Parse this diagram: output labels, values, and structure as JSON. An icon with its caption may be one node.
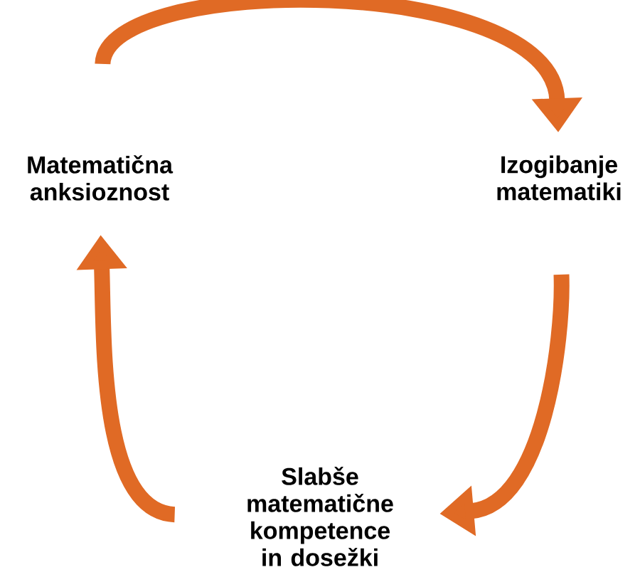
{
  "diagram": {
    "nodes": [
      {
        "text": [
          "Matematična anksioznost"
        ]
      },
      {
        "text": [
          "Izogibanje matematiki"
        ]
      },
      {
        "text": [
          "Slabše matematične kompetence in dosežki"
        ]
      }
    ],
    "edges": [
      {
        "from": 0,
        "to": 1,
        "arrow": "to"
      },
      {
        "from": 1,
        "to": 2,
        "arrow": "to"
      },
      {
        "from": 2,
        "to": 0,
        "arrow": "to"
      }
    ]
  }
}
